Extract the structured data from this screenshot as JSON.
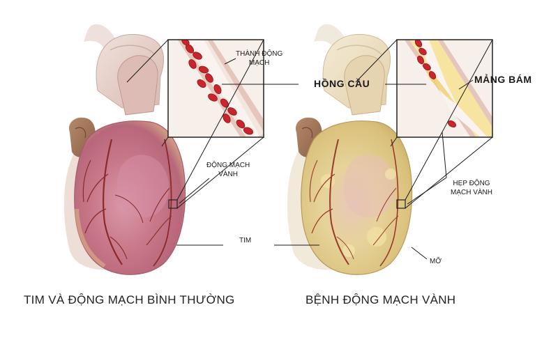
{
  "labels": {
    "thanh_dong_mach": [
      "THÀNH ĐỘNG",
      "MẠCH"
    ],
    "hong_cau": "HỒNG CẦU",
    "mang_bam": "MẢNG BÁM",
    "dong_mach_vanh": [
      "ĐỘNG MẠCH",
      "VÀNH"
    ],
    "hep_dong_mach_vanh": [
      "HẸP ĐỘNG",
      "MẠCH VÀNH"
    ],
    "tim": "TIM",
    "mo": "MỠ"
  },
  "titles": {
    "left": "TIM VÀ ĐỘNG MẠCH BÌNH THƯỜNG",
    "right": "BỆNH ĐỘNG MẠCH VÀNH"
  },
  "colors": {
    "healthy_heart": "#c9788a",
    "diseased_heart": "#e3cf8e",
    "blood_cell": "#c8262c",
    "plaque": "#f1dd8a",
    "leader_line": "#1a1a1a"
  }
}
